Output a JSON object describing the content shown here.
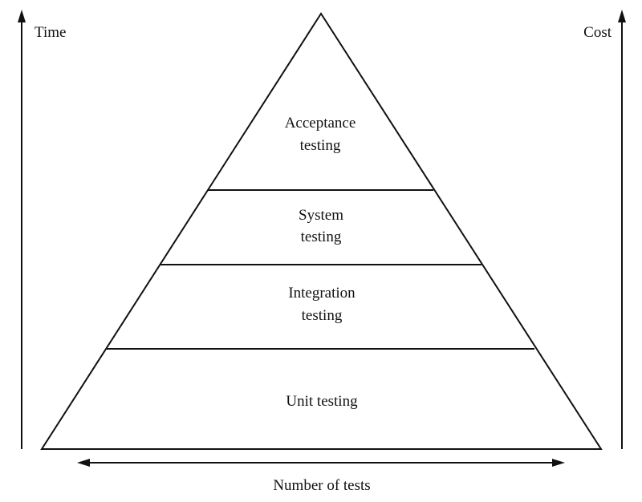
{
  "diagram": {
    "left_axis_label": "Time",
    "right_axis_label": "Cost",
    "bottom_axis_label": "Number of tests",
    "layers": [
      {
        "line1": "Acceptance",
        "line2": "testing"
      },
      {
        "line1": "System",
        "line2": "testing"
      },
      {
        "line1": "Integration",
        "line2": "testing"
      },
      {
        "line1": "Unit testing",
        "line2": ""
      }
    ]
  }
}
